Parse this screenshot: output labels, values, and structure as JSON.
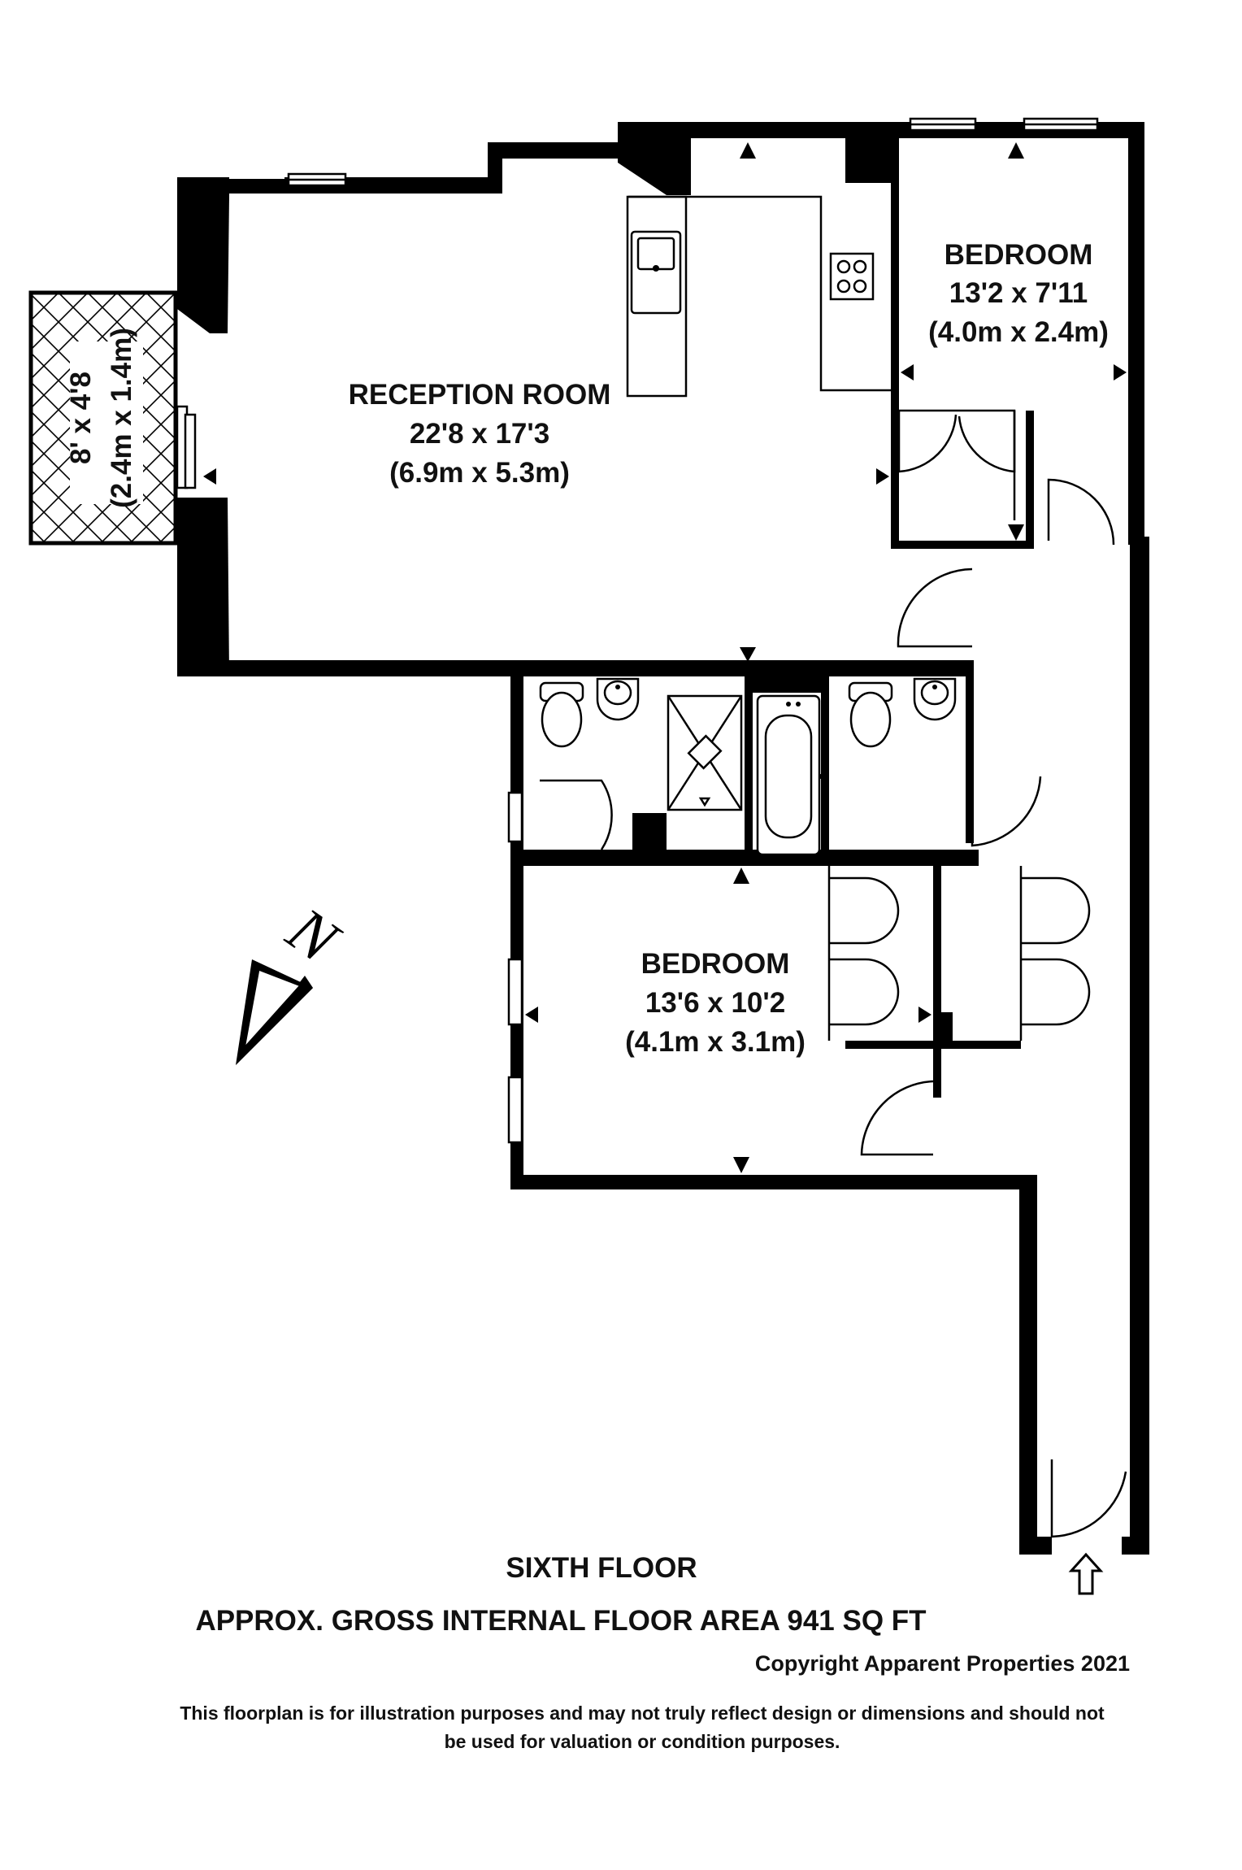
{
  "rooms": {
    "reception": {
      "name": "RECEPTION ROOM",
      "imperial": "22'8 x 17'3",
      "metric": "(6.9m x 5.3m)"
    },
    "bedroom_1": {
      "name": "BEDROOM",
      "imperial": "13'2 x 7'11",
      "metric": "(4.0m x 2.4m)"
    },
    "bedroom_2": {
      "name": "BEDROOM",
      "imperial": "13'6 x 10'2",
      "metric": "(4.1m x 3.1m)"
    },
    "balcony": {
      "imperial": "8' x 4'8",
      "metric": "(2.4m x 1.4m)"
    }
  },
  "compass": {
    "label": "N"
  },
  "footer": {
    "floor": "SIXTH FLOOR",
    "area": "APPROX. GROSS INTERNAL FLOOR AREA 941 SQ FT",
    "copyright": "Copyright Apparent Properties 2021",
    "disclaimer_line1": "This floorplan is for illustration purposes and may not truly reflect design or dimensions and should not",
    "disclaimer_line2": "be used for valuation or condition purposes."
  },
  "colors": {
    "walls": "#000000",
    "background": "#ffffff"
  }
}
